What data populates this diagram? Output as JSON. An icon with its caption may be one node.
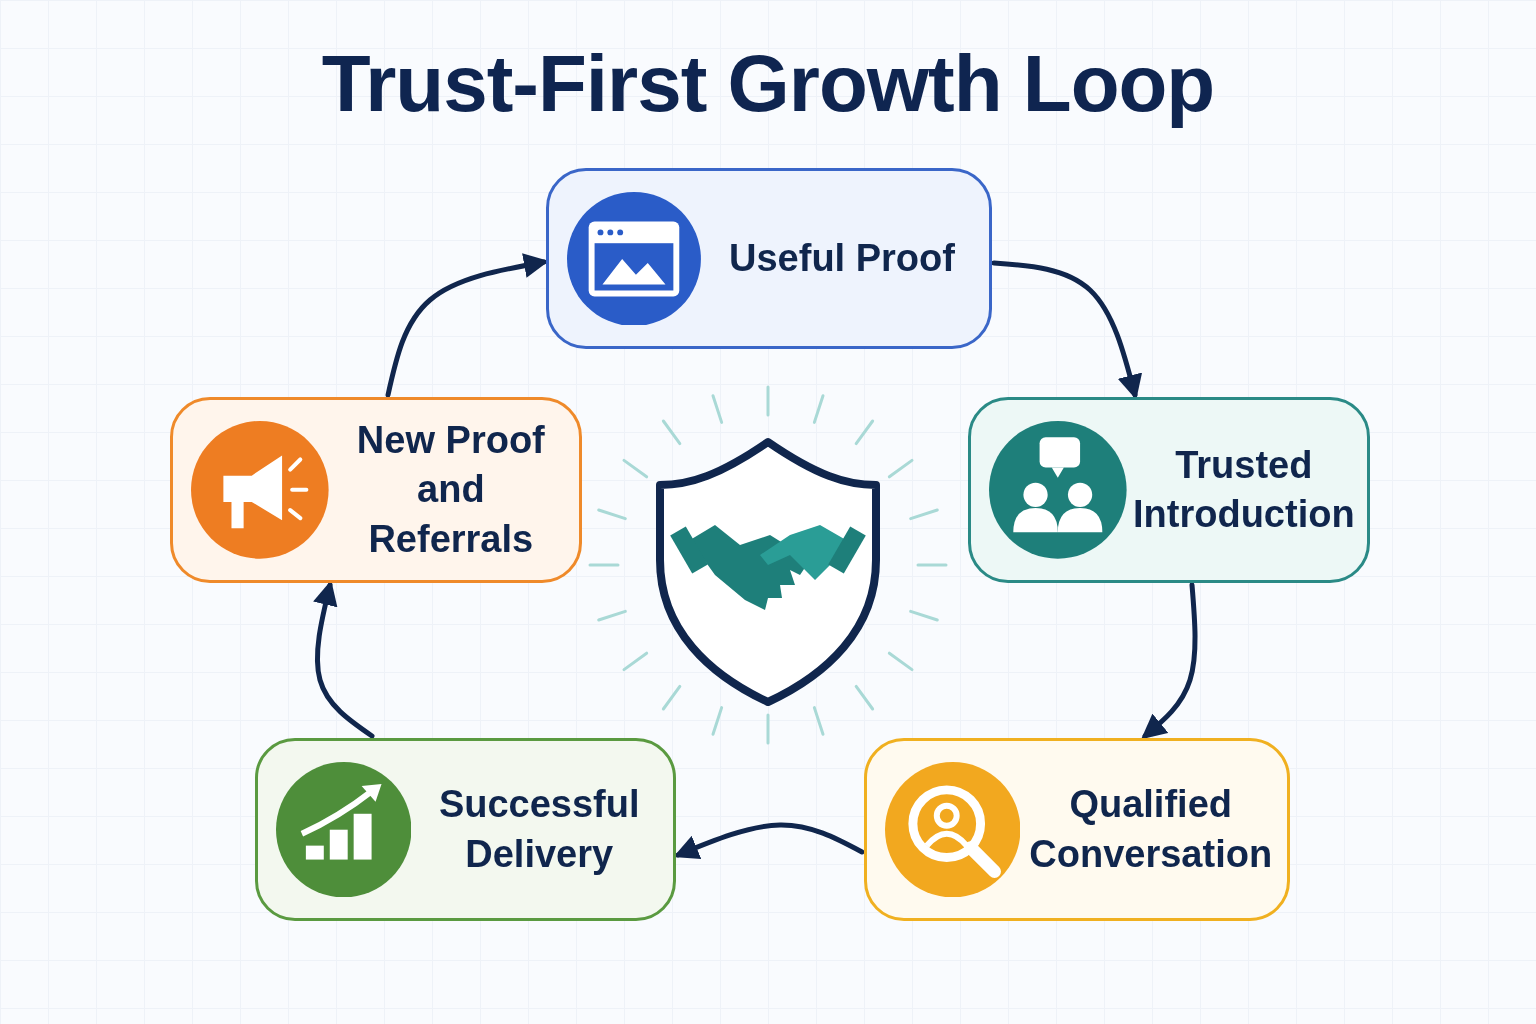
{
  "diagram": {
    "title": "Trust-First Growth Loop",
    "nodes": [
      {
        "text": [
          "Useful Proof"
        ]
      },
      {
        "text": [
          "Trusted Introduction"
        ]
      },
      {
        "text": [
          "Qualified Conversation"
        ]
      },
      {
        "text": [
          "Successful Delivery"
        ]
      },
      {
        "text": [
          "New Proof and Referrals"
        ]
      }
    ],
    "edges": [
      {
        "from": 0,
        "to": 1,
        "arrow": "to"
      },
      {
        "from": 1,
        "to": 2,
        "arrow": "to"
      },
      {
        "from": 2,
        "to": 3,
        "arrow": "to"
      },
      {
        "from": 3,
        "to": 4,
        "arrow": "to"
      },
      {
        "from": 4,
        "to": 0,
        "arrow": "to"
      }
    ]
  }
}
